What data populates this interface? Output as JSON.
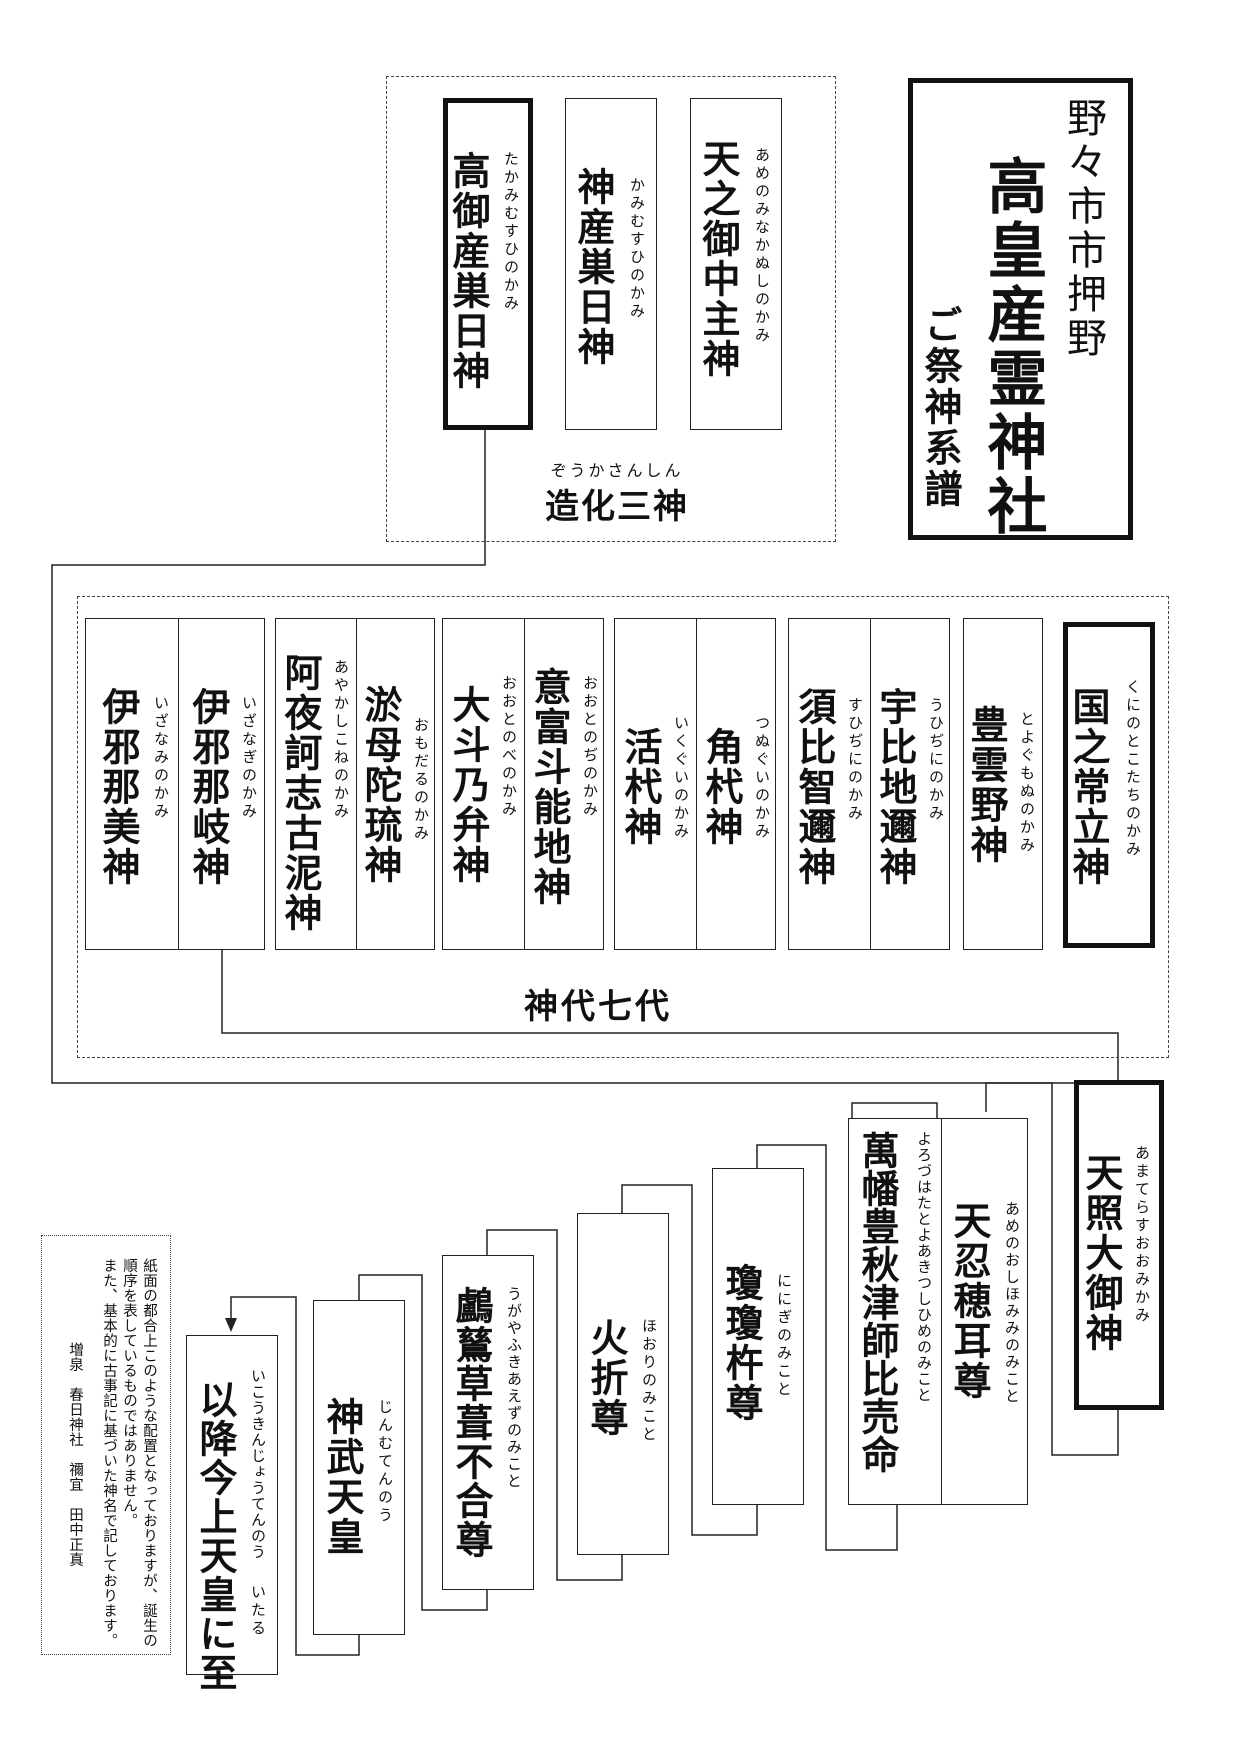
{
  "title": {
    "location": "野々市市押野",
    "shrine": "高皇産霊神社",
    "subtitle": "ご祭神系譜"
  },
  "zouka": {
    "label": "造化三神",
    "label_ruby": "ぞうかさんしん",
    "gods": [
      {
        "name": "天之御中主神",
        "ruby": "あめのみなかぬしのかみ"
      },
      {
        "name": "神産巣日神",
        "ruby": "かみむすひのかみ"
      },
      {
        "name": "高御産巣日神",
        "ruby": "たかみむすひのかみ"
      }
    ]
  },
  "kamiyo": {
    "label": "神代七代",
    "gods": [
      {
        "name": "国之常立神",
        "ruby": "くにのとこたちのかみ"
      },
      {
        "name": "豊雲野神",
        "ruby": "とよぐもぬのかみ"
      },
      {
        "name": "宇比地邇神",
        "ruby": "うひぢにのかみ"
      },
      {
        "name": "須比智邇神",
        "ruby": "すひぢにのかみ"
      },
      {
        "name": "角杙神",
        "ruby": "つぬぐいのかみ"
      },
      {
        "name": "活杙神",
        "ruby": "いくぐいのかみ"
      },
      {
        "name": "意富斗能地神",
        "ruby": "おおとのぢのかみ"
      },
      {
        "name": "大斗乃弁神",
        "ruby": "おおとのべのかみ"
      },
      {
        "name": "淤母陀琉神",
        "ruby": "おもだるのかみ"
      },
      {
        "name": "阿夜訶志古泥神",
        "ruby": "あやかしこねのかみ"
      },
      {
        "name": "伊邪那岐神",
        "ruby": "いざなぎのかみ"
      },
      {
        "name": "伊邪那美神",
        "ruby": "いざなみのかみ"
      }
    ]
  },
  "lineage": [
    {
      "name": "天照大御神",
      "ruby": "あまてらすおおみかみ"
    },
    {
      "name": "天忍穂耳尊",
      "ruby": "あめのおしほみみのみこと"
    },
    {
      "name": "萬幡豊秋津師比売命",
      "ruby": "よろづはたとよあきつしひめのみこと"
    },
    {
      "name": "瓊瓊杵尊",
      "ruby": "ににぎのみこと"
    },
    {
      "name": "火折尊",
      "ruby": "ほおりのみこと"
    },
    {
      "name": "鸕鶿草葺不合尊",
      "ruby": "うがやふきあえずのみこと"
    },
    {
      "name": "神武天皇",
      "ruby": "じんむてんのう"
    },
    {
      "name": "以降今上天皇に至",
      "ruby": "いこうきんじょうてんのう",
      "ruby2": "いたる"
    }
  ],
  "note": {
    "lines": [
      "紙面の都合上このような配置となっておりますが、誕生の",
      "順序を表しているものではありません。",
      "また、基本的に古事記に基づいた神名で記しております。"
    ],
    "signature": "増泉　春日神社　禰宜　田中正真"
  }
}
